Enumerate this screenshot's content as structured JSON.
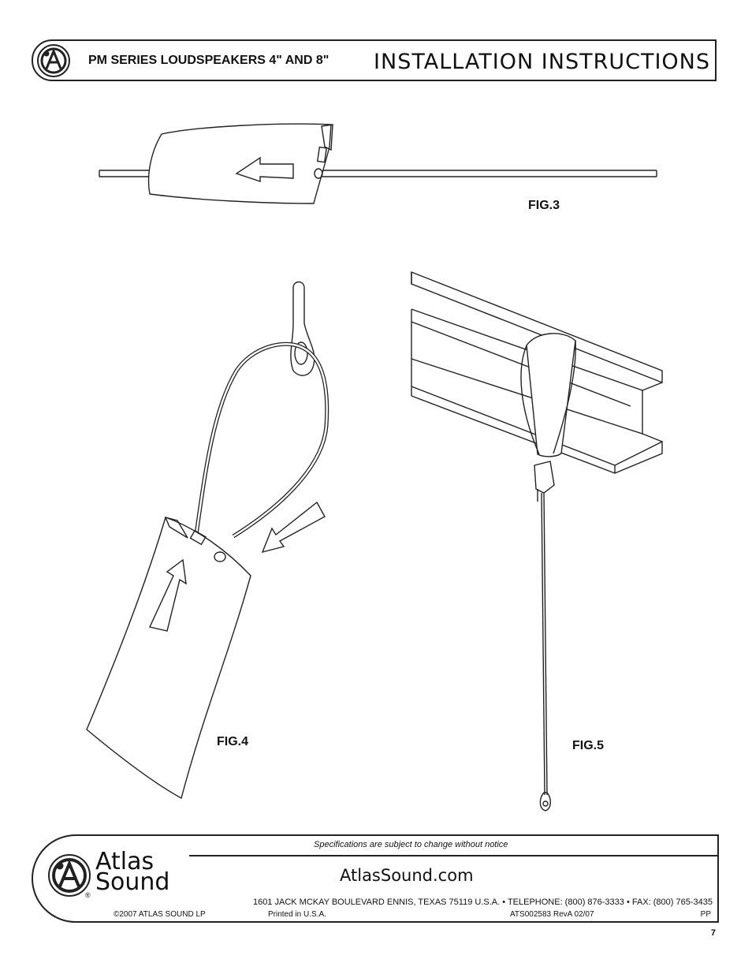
{
  "header": {
    "product": "PM SERIES LOUDSPEAKERS 4\" AND 8\"",
    "title": "INSTALLATION INSTRUCTIONS",
    "logo_icon": "atlas-sound-logo-icon"
  },
  "figures": [
    {
      "label": "FIG.3"
    },
    {
      "label": "FIG.4"
    },
    {
      "label": "FIG.5"
    }
  ],
  "footer": {
    "notice": "Specifications are subject to change without notice",
    "brand_line1": "Atlas",
    "brand_line2": "Sound",
    "registered": "®",
    "website": "AtlasSound.com",
    "address": "1601 JACK MCKAY BOULEVARD ENNIS, TEXAS 75119 U.S.A.  •  TELEPHONE: (800) 876-3333  •  FAX: (800) 765-3435",
    "copyright": "©2007 ATLAS SOUND LP",
    "printed": "Printed in U.S.A.",
    "doc_number": "ATS002583 RevA 02/07",
    "initials": "PP"
  },
  "page_number": "7",
  "colors": {
    "ink": "#222222",
    "background": "#ffffff"
  }
}
